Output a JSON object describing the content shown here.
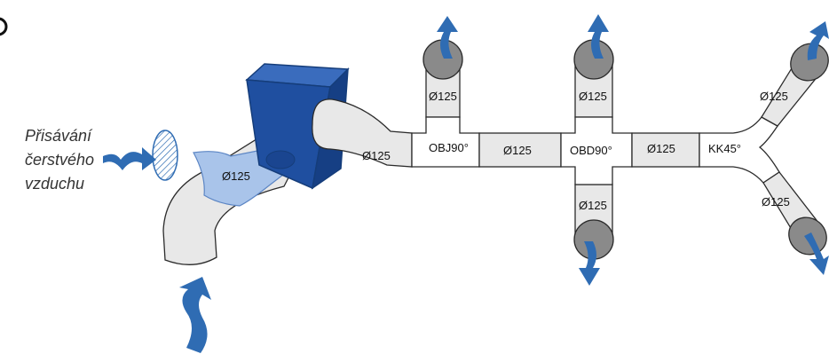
{
  "intake_label": {
    "line1": "Přisávání",
    "line2": "čerstvého",
    "line3": "vzduchu"
  },
  "labels": {
    "inlet_diameter": "Ø125",
    "main_pipe_1": "Ø125",
    "fitting_obj": "OBJ90°",
    "main_pipe_2": "Ø125",
    "fitting_obd": "OBD90°",
    "main_pipe_3": "Ø125",
    "fitting_kk": "KK45°",
    "branch_obj_up": "Ø125",
    "branch_obd_up": "Ø125",
    "branch_obd_down": "Ø125",
    "branch_kk_up": "Ø125",
    "branch_kk_down": "Ø125"
  },
  "colors": {
    "arrow": "#2f6cb3",
    "unit_box": "#1f4fa0",
    "inlet_highlight": "#a9c4ea",
    "pipe": "#e8e8e8",
    "outlet": "#8a8a8a"
  }
}
